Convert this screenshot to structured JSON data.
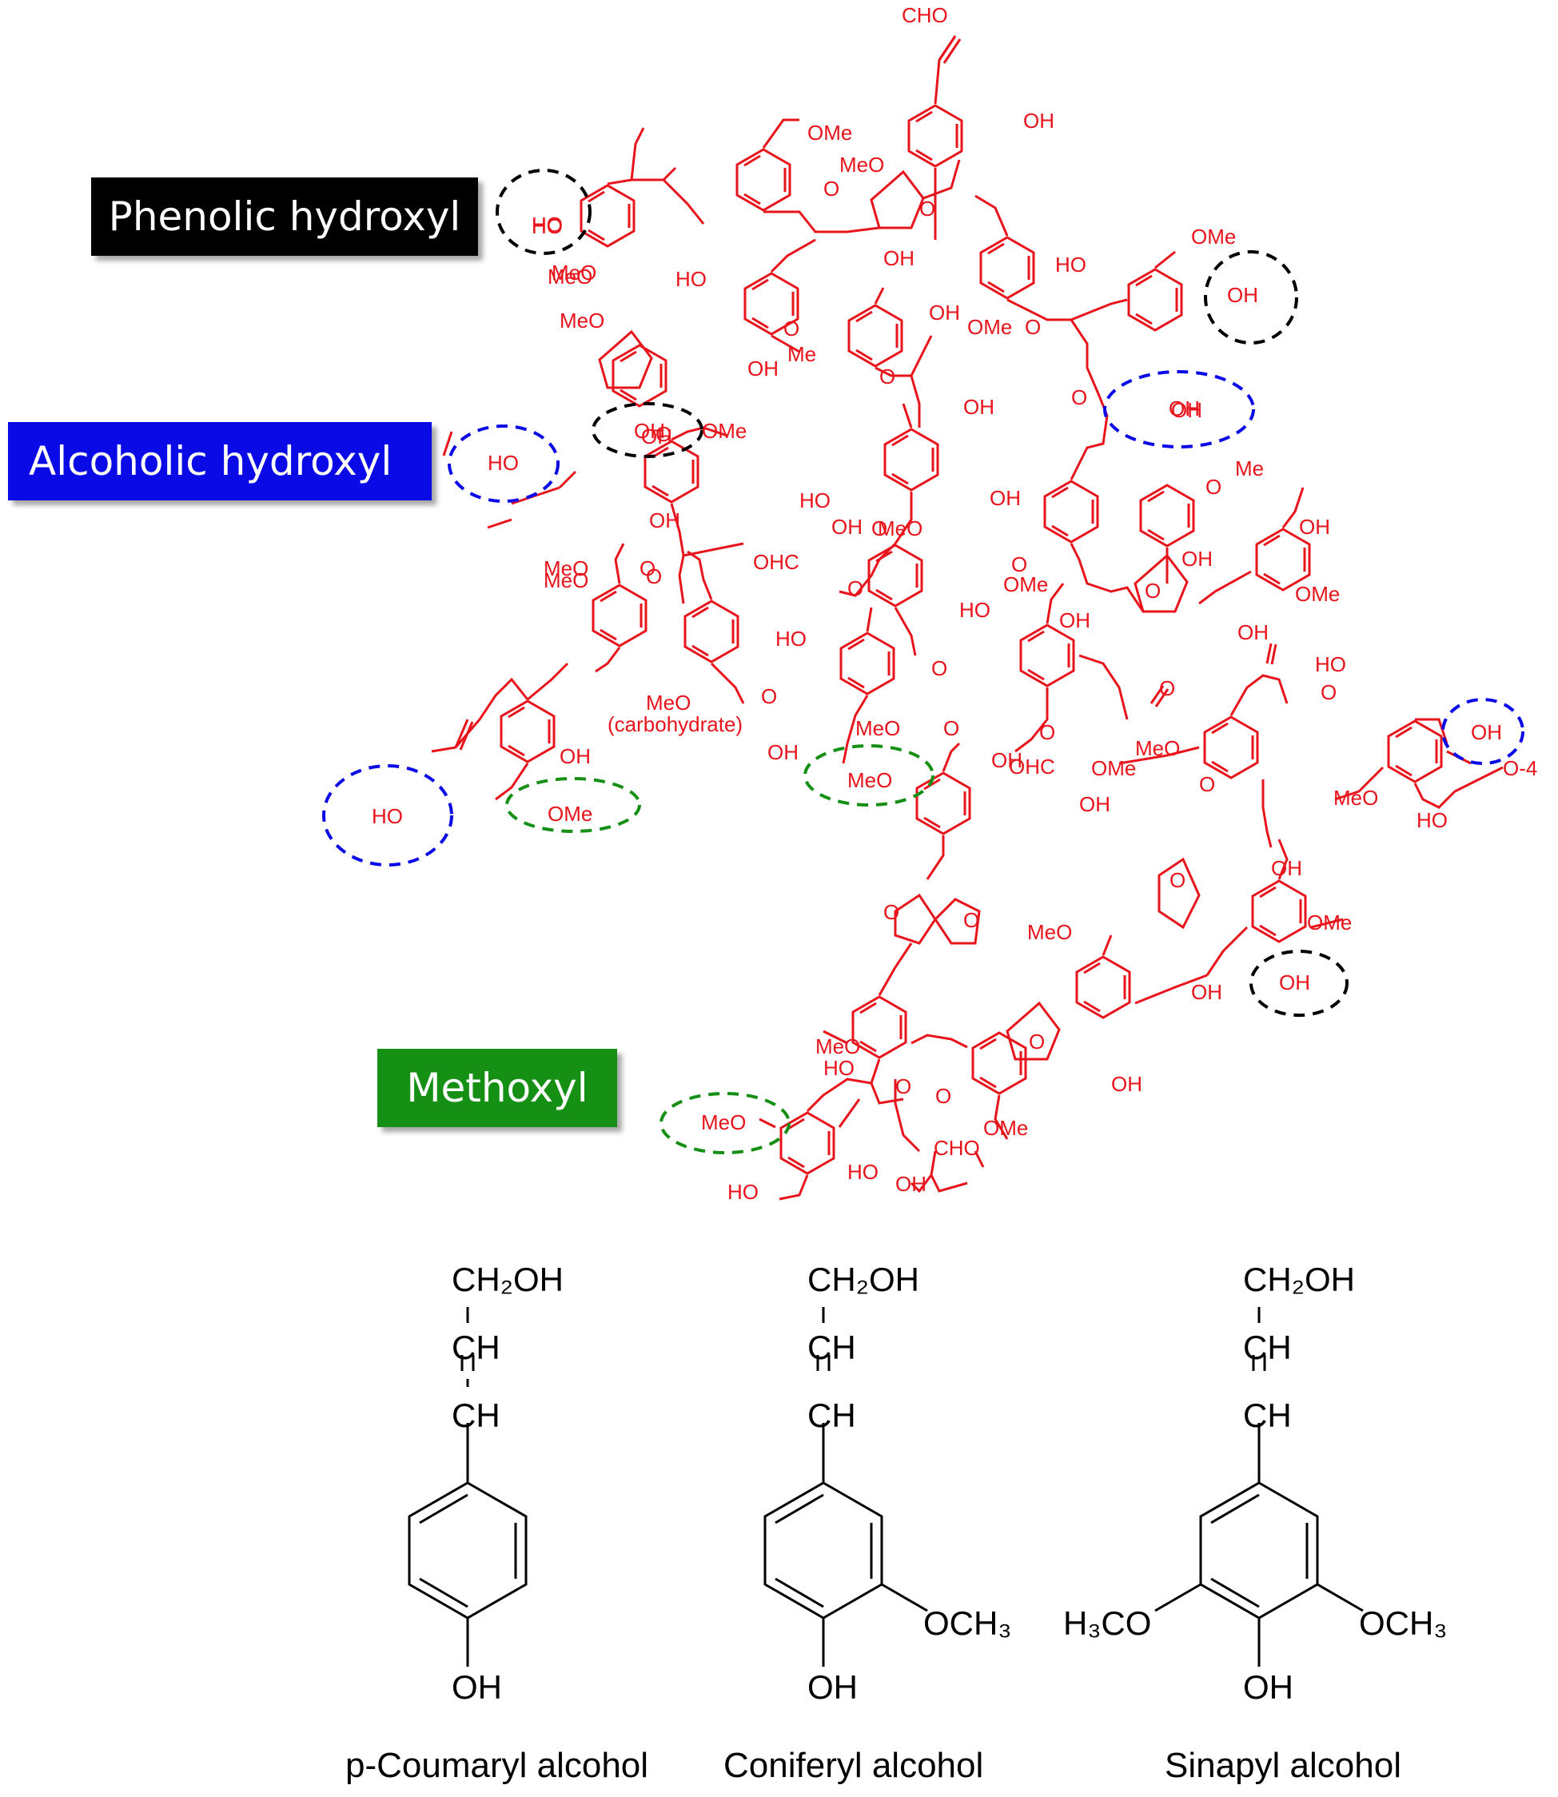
{
  "legend": {
    "phenolic": "Phenolic hydroxyl",
    "alcoholic": "Alcoholic hydroxyl",
    "methoxyl": "Methoxyl"
  },
  "lignin_labels": {
    "cho_top": "CHO",
    "ome": "OMe",
    "meo": "MeO",
    "oh": "OH",
    "ho": "HO",
    "o": "O",
    "me": "Me",
    "ohc": "OHC",
    "cho": "CHO",
    "carbohydrate": "(carbohydrate)",
    "o4": "O-4"
  },
  "monomers": [
    {
      "name": "p-Coumaryl alcohol",
      "chain_top": "CH₂OH",
      "chain_mid": "CH",
      "chain_bot": "CH",
      "para": "OH",
      "meta_right": "",
      "meta_left": ""
    },
    {
      "name": "Coniferyl alcohol",
      "chain_top": "CH₂OH",
      "chain_mid": "CH",
      "chain_bot": "CH",
      "para": "OH",
      "meta_right": "OCH₃",
      "meta_left": ""
    },
    {
      "name": "Sinapyl alcohol",
      "chain_top": "CH₂OH",
      "chain_mid": "CH",
      "chain_bot": "CH",
      "para": "OH",
      "meta_right": "OCH₃",
      "meta_left": "H₃CO"
    }
  ],
  "colors": {
    "structure": "#e8141c",
    "phenolic": "#000000",
    "alcoholic": "#0a0ae6",
    "methoxyl": "#159015",
    "monomer": "#000000"
  }
}
